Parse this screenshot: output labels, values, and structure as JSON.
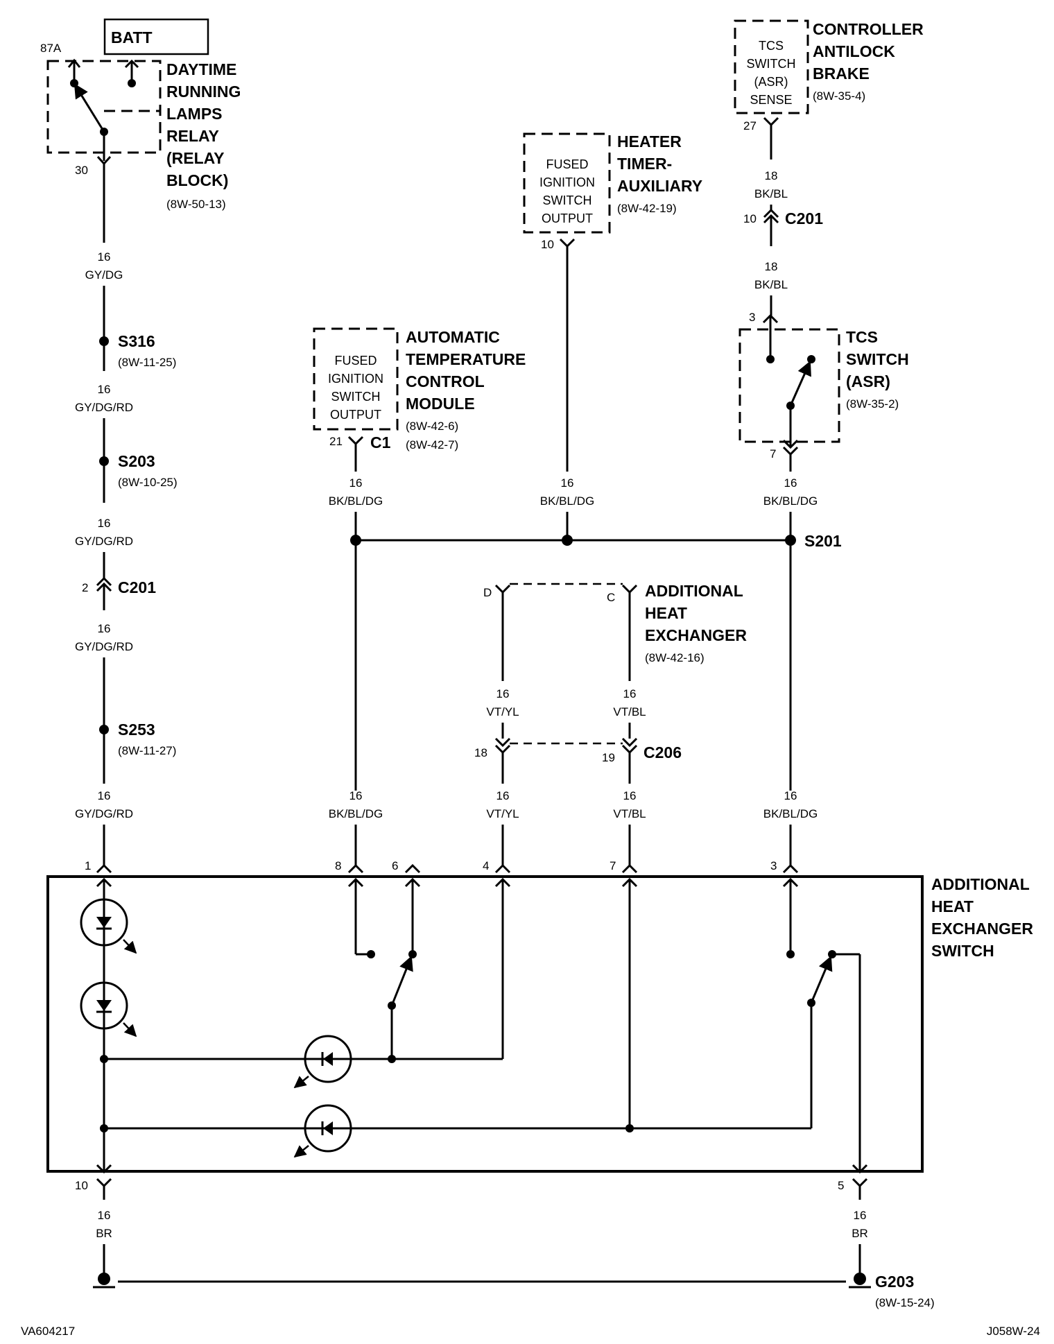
{
  "batt": "BATT",
  "drl": {
    "lines": [
      "DAYTIME",
      "RUNNING",
      "LAMPS",
      "RELAY",
      "(RELAY",
      "BLOCK)"
    ],
    "ref": "(8W-50-13)",
    "pin_top": "87A",
    "pin_bottom": "30"
  },
  "abs": {
    "lines": [
      "CONTROLLER",
      "ANTILOCK",
      "BRAKE"
    ],
    "ref": "(8W-35-4)",
    "inner": [
      "TCS",
      "SWITCH",
      "(ASR)",
      "SENSE"
    ],
    "pin": "27"
  },
  "heater_timer": {
    "lines": [
      "HEATER",
      "TIMER-",
      "AUXILIARY"
    ],
    "ref": "(8W-42-19)",
    "inner": [
      "FUSED",
      "IGNITION",
      "SWITCH",
      "OUTPUT"
    ],
    "pin": "10"
  },
  "atc": {
    "lines": [
      "AUTOMATIC",
      "TEMPERATURE",
      "CONTROL",
      "MODULE"
    ],
    "refs": [
      "(8W-42-6)",
      "(8W-42-7)"
    ],
    "inner": [
      "FUSED",
      "IGNITION",
      "SWITCH",
      "OUTPUT"
    ],
    "pin": "21",
    "connector": "C1"
  },
  "tcs": {
    "lines": [
      "TCS",
      "SWITCH",
      "(ASR)"
    ],
    "ref": "(8W-35-2)",
    "pin_top": "3",
    "pin_bottom": "7"
  },
  "c201_top": {
    "name": "C201",
    "pin": "10"
  },
  "c201_left": {
    "name": "C201",
    "pin": "2"
  },
  "splices": [
    {
      "name": "S316",
      "ref": "(8W-11-25)"
    },
    {
      "name": "S203",
      "ref": "(8W-10-25)"
    },
    {
      "name": "S253",
      "ref": "(8W-11-27)"
    },
    {
      "name": "S201"
    }
  ],
  "wires": {
    "w_abs1": [
      "18",
      "BK/BL"
    ],
    "w_abs2": [
      "18",
      "BK/BL"
    ],
    "w_gy1": [
      "16",
      "GY/DG"
    ],
    "w_gy2": [
      "16",
      "GY/DG/RD"
    ],
    "w_gy3": [
      "16",
      "GY/DG/RD"
    ],
    "w_gy4": [
      "16",
      "GY/DG/RD"
    ],
    "w_gy5": [
      "16",
      "GY/DG/RD"
    ],
    "w_atc": [
      "16",
      "BK/BL/DG"
    ],
    "w_ht": [
      "16",
      "BK/BL/DG"
    ],
    "w_tcs": [
      "16",
      "BK/BL/DG"
    ],
    "w_vtyl1": [
      "16",
      "VT/YL"
    ],
    "w_vtbl1": [
      "16",
      "VT/BL"
    ],
    "w_bk8": [
      "16",
      "BK/BL/DG"
    ],
    "w_vtyl2": [
      "16",
      "VT/YL"
    ],
    "w_vtbl2": [
      "16",
      "VT/BL"
    ],
    "w_bk3": [
      "16",
      "BK/BL/DG"
    ],
    "w_br10": [
      "16",
      "BR"
    ],
    "w_br5": [
      "16",
      "BR"
    ]
  },
  "heat_exchanger": {
    "lines": [
      "ADDITIONAL",
      "HEAT",
      "EXCHANGER"
    ],
    "ref": "(8W-42-16)",
    "pin_d": "D",
    "pin_c": "C"
  },
  "c206": {
    "name": "C206",
    "pin_left": "18",
    "pin_right": "19"
  },
  "switch": {
    "lines": [
      "ADDITIONAL",
      "HEAT",
      "EXCHANGER",
      "SWITCH"
    ],
    "pins_top": [
      "1",
      "8",
      "6",
      "4",
      "7",
      "3"
    ],
    "pins_bottom": [
      "10",
      "5"
    ]
  },
  "ground": {
    "name": "G203",
    "ref": "(8W-15-24)"
  },
  "footer": {
    "left": "VA604217",
    "right": "J058W-24"
  }
}
